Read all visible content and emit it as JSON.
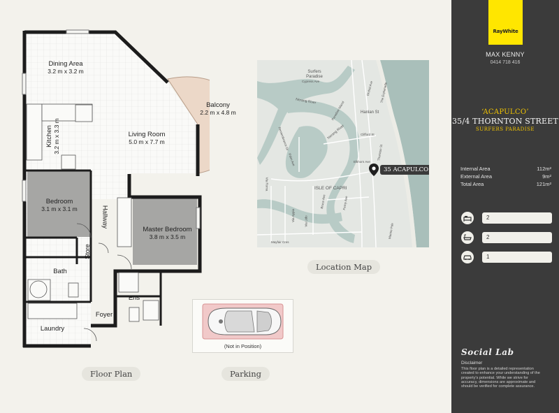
{
  "agency": {
    "logo_text": "RayWhite",
    "brand_color": "#ffe600"
  },
  "agent": {
    "name": "MAX KENNY",
    "phone": "0414 718 416"
  },
  "property": {
    "name": "‘ACAPULCO’",
    "street": "35/4 THORNTON STREET",
    "suburb": "SURFERS PARADISE"
  },
  "areas": [
    {
      "label": "Internal Area",
      "value": "112m²"
    },
    {
      "label": "External Area",
      "value": "9m²"
    },
    {
      "label": "Total Area",
      "value": "121m²"
    }
  ],
  "features": [
    {
      "icon": "bed-icon",
      "value": "2"
    },
    {
      "icon": "bath-icon",
      "value": "2"
    },
    {
      "icon": "car-icon",
      "value": "1"
    }
  ],
  "brand_footer": {
    "name": "Social Lab",
    "disclaimer_title": "Disclaimer",
    "disclaimer_text": "This floor plan is a detailed representation created to enhance your understanding of the property's potential. While we strive for accuracy, dimensions are approximate and should be verified for complete assurance."
  },
  "floor_plan": {
    "caption": "Floor Plan",
    "rooms": [
      {
        "name": "Dining Area",
        "dims": "3.2 m x 3.2 m"
      },
      {
        "name": "Balcony",
        "dims": "2.2 m x 4.8 m"
      },
      {
        "name": "Kitchen",
        "dims": "3.2 m x 3.3 m"
      },
      {
        "name": "Living Room",
        "dims": "5.0 m x 7.7 m"
      },
      {
        "name": "Bedroom",
        "dims": "3.1 m x 3.1 m"
      },
      {
        "name": "Hallway",
        "dims": ""
      },
      {
        "name": "Master Bedroom",
        "dims": "3.8 m x 3.5 m"
      },
      {
        "name": "Store",
        "dims": ""
      },
      {
        "name": "Bath",
        "dims": ""
      },
      {
        "name": "Ens",
        "dims": ""
      },
      {
        "name": "Foyer",
        "dims": ""
      },
      {
        "name": "Laundry",
        "dims": ""
      }
    ]
  },
  "parking": {
    "caption": "Parking",
    "note": "(Not in Position)"
  },
  "location_map": {
    "caption": "Location Map",
    "pin_label": "35 ACAPULCO",
    "labels": [
      "Surfers Paradise",
      "Nerang River",
      "Nerang River",
      "Hanlan St",
      "ISLE OF CAPRI",
      "Elkhorn Ave",
      "Orchid Ave",
      "Thornton St",
      "Cypress Ave",
      "Clifford St",
      "Marine Pde",
      "Via Roma",
      "Ferny Ave",
      "Mayfair Cres",
      "The Esplanade",
      "Remembrance Dr",
      "Palm Ave",
      "Bruce Ave",
      "Via Appia",
      "Via Lido",
      "Paradise Island"
    ],
    "water_color": "#b9ccc7",
    "land_color": "#e3e6e2"
  }
}
